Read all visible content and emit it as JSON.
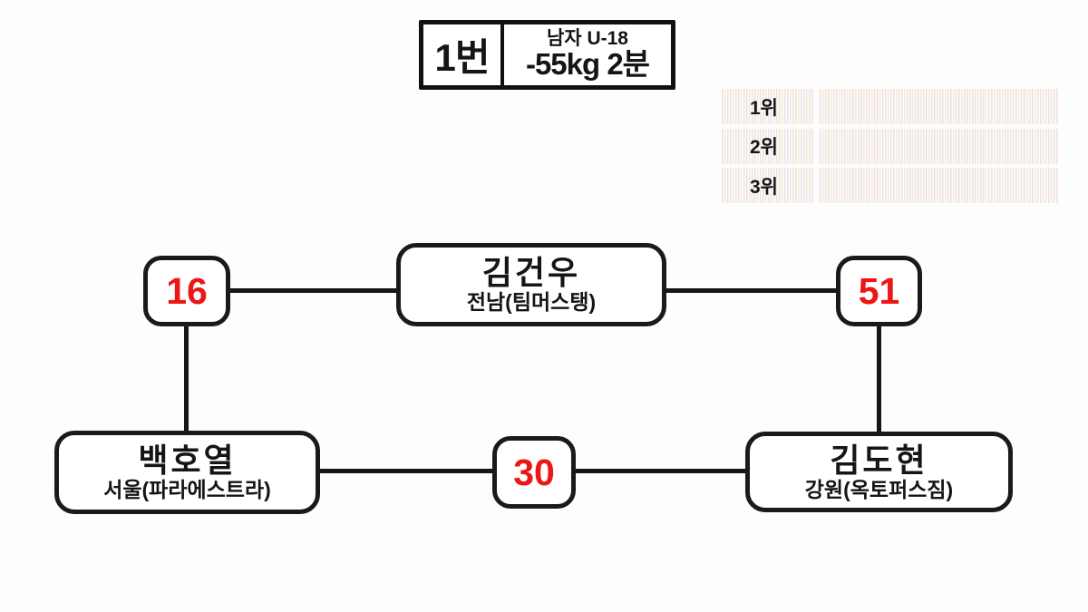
{
  "header": {
    "match_number": "1번",
    "division": "남자 U-18",
    "weight_and_time": "-55kg 2분"
  },
  "results": {
    "rows": [
      {
        "rank": "1위",
        "winner": ""
      },
      {
        "rank": "2위",
        "winner": ""
      },
      {
        "rank": "3위",
        "winner": ""
      }
    ]
  },
  "bracket": {
    "players": [
      {
        "name": "김건우",
        "team": "전남(팀머스탱)"
      },
      {
        "name": "백호열",
        "team": "서울(파라에스트라)"
      },
      {
        "name": "김도현",
        "team": "강원(옥토퍼스짐)"
      }
    ],
    "match_nodes": [
      {
        "value": "16"
      },
      {
        "value": "51"
      },
      {
        "value": "30"
      }
    ]
  },
  "colors": {
    "score_red": "#ee1515",
    "line_black": "#161616",
    "background": "#fdfdfd"
  }
}
